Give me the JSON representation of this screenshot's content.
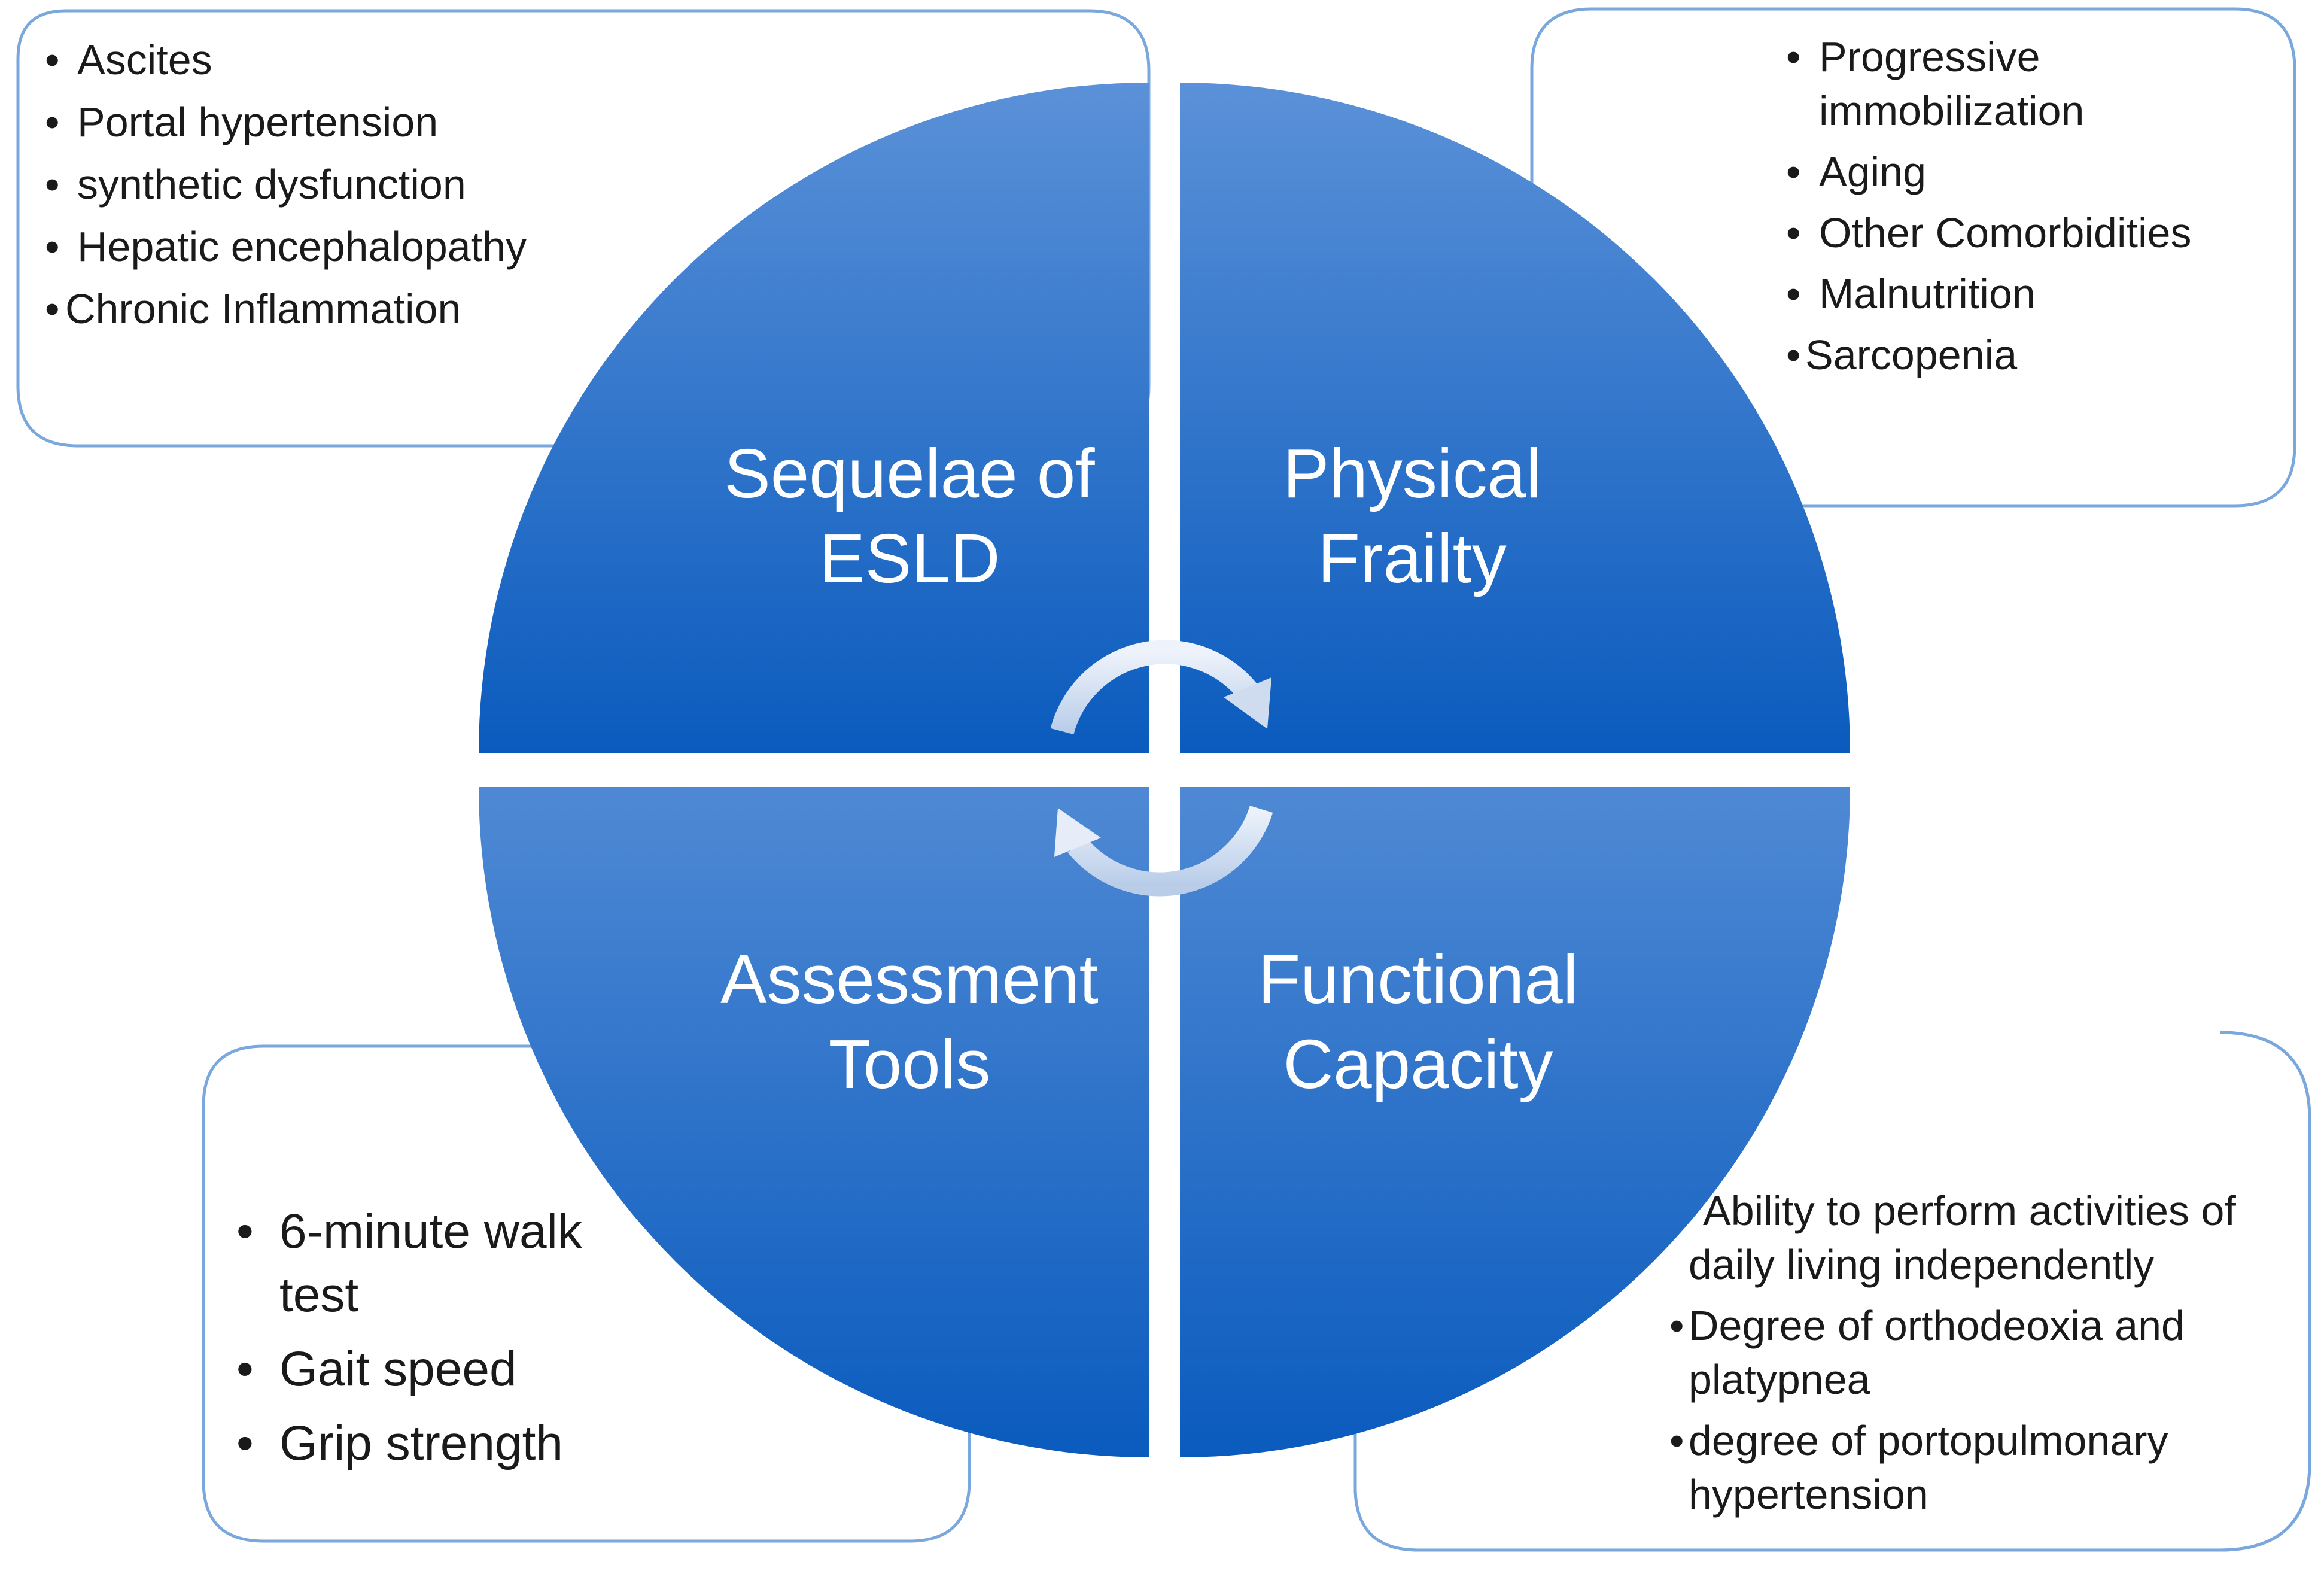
{
  "quadrants": {
    "top_left": "Sequelae of ESLD",
    "top_right": "Physical Frailty",
    "bottom_left": "Assessment Tools",
    "bottom_right": "Functional Capacity"
  },
  "boxes": {
    "sequelae": [
      "Ascites",
      "Portal hypertension",
      "synthetic dysfunction",
      "Hepatic encephalopathy",
      "Chronic Inflammation"
    ],
    "frailty": [
      "Progressive immobilization",
      "Aging",
      "Other Comorbidities",
      "Malnutrition",
      "Sarcopenia"
    ],
    "assessment": [
      "6-minute walk test",
      "Gait speed",
      "Grip strength"
    ],
    "functional": {
      "intro": "Ability to perform activities of daily living independently",
      "items": [
        "Degree of orthodeoxia and platypnea",
        "degree of portopulmonary hypertension"
      ]
    }
  },
  "colors": {
    "circle_light": "#5a8fd6",
    "circle_dark": "#0b5cbf",
    "box_border": "#7aa7dc",
    "arrow": "#dfe8f6"
  },
  "icons": {
    "cycle": "circular-arrows-icon",
    "bullet": "bullet-dot"
  }
}
